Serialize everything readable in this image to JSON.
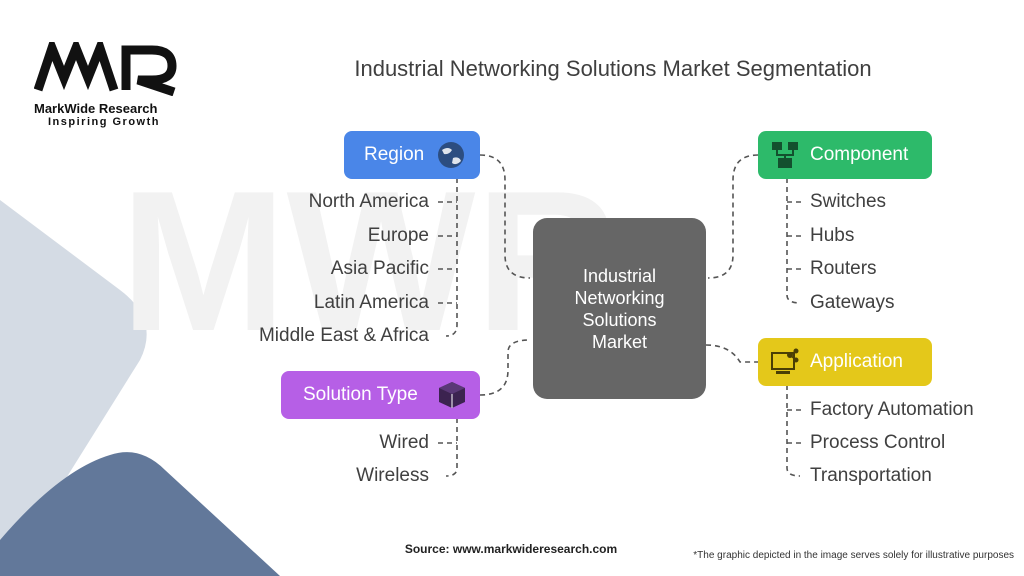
{
  "logo": {
    "mark": "MWR",
    "name": "MarkWide Research",
    "tagline": "Inspiring Growth"
  },
  "title": "Industrial Networking Solutions Market Segmentation",
  "center": {
    "label": "Industrial Networking Solutions Market"
  },
  "segments": {
    "region": {
      "label": "Region",
      "icon": "globe-icon",
      "color": "#4a86e8",
      "items": [
        "North America",
        "Europe",
        "Asia Pacific",
        "Latin America",
        "Middle East & Africa"
      ]
    },
    "solution_type": {
      "label": "Solution Type",
      "icon": "cube-icon",
      "color": "#b65fe6",
      "items": [
        "Wired",
        "Wireless"
      ]
    },
    "component": {
      "label": "Component",
      "icon": "network-icon",
      "color": "#2dba6a",
      "items": [
        "Switches",
        "Hubs",
        "Routers",
        "Gateways"
      ]
    },
    "application": {
      "label": "Application",
      "icon": "share-icon",
      "color": "#e4c81a",
      "items": [
        "Factory Automation",
        "Process Control",
        "Transportation"
      ]
    }
  },
  "footer": {
    "source": "Source: www.markwideresearch.com",
    "disclaimer": "*The graphic depicted in the image serves solely for illustrative purposes"
  }
}
